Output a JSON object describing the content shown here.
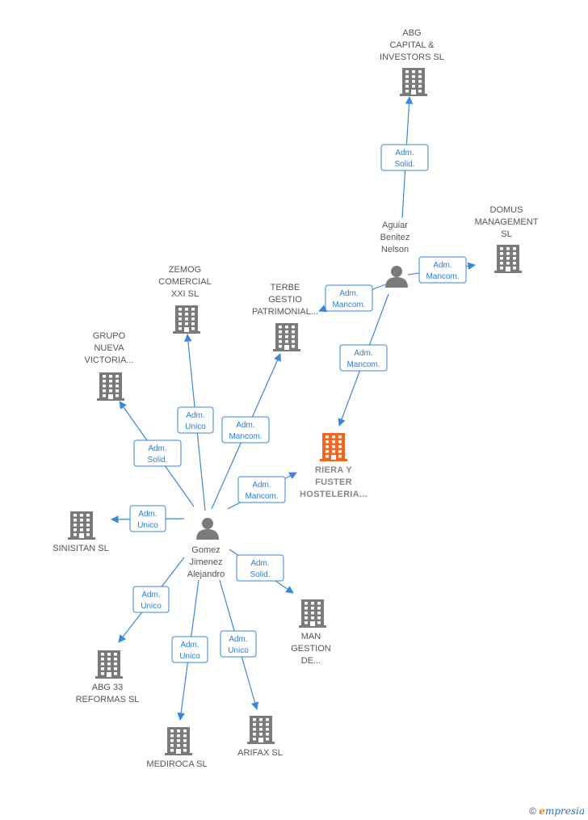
{
  "colors": {
    "edge": "#3a86d8",
    "node": "#7a7a7a",
    "focus": "#f26522",
    "label": "#555555"
  },
  "nodes": [
    {
      "id": "abg_capital",
      "kind": "company",
      "lines": [
        "ABG",
        "CAPITAL &",
        "INVESTORS  SL"
      ]
    },
    {
      "id": "domus",
      "kind": "company",
      "lines": [
        "DOMUS",
        "MANAGEMENT",
        "SL"
      ]
    },
    {
      "id": "aguiar",
      "kind": "person",
      "lines": [
        "Aguiar",
        "Benitez",
        "Nelson"
      ]
    },
    {
      "id": "zemog",
      "kind": "company",
      "lines": [
        "ZEMOG",
        "COMERCIAL",
        "XXI  SL"
      ]
    },
    {
      "id": "terbe",
      "kind": "company",
      "lines": [
        "TERBE",
        "GESTIO",
        "PATRIMONIAL..."
      ]
    },
    {
      "id": "grupo",
      "kind": "company",
      "lines": [
        "GRUPO",
        "NUEVA",
        "VICTORIA..."
      ]
    },
    {
      "id": "riera",
      "kind": "focus",
      "lines": [
        "RIERA Y",
        "FUSTER",
        "HOSTELERIA..."
      ]
    },
    {
      "id": "gomez",
      "kind": "person",
      "lines": [
        "Gomez",
        "Jimenez",
        "Alejandro"
      ]
    },
    {
      "id": "sinisitan",
      "kind": "company",
      "lines": [
        "SINISITAN  SL"
      ]
    },
    {
      "id": "man",
      "kind": "company",
      "lines": [
        "MAN",
        "GESTION",
        "DE..."
      ]
    },
    {
      "id": "abg33",
      "kind": "company",
      "lines": [
        "ABG 33",
        "REFORMAS  SL"
      ]
    },
    {
      "id": "mediroca",
      "kind": "company",
      "lines": [
        "MEDIROCA  SL"
      ]
    },
    {
      "id": "arifax",
      "kind": "company",
      "lines": [
        "ARIFAX  SL"
      ]
    }
  ],
  "edges": [
    {
      "from": "aguiar",
      "to": "abg_capital",
      "label": [
        "Adm.",
        "Solid."
      ]
    },
    {
      "from": "aguiar",
      "to": "domus",
      "label": [
        "Adm.",
        "Mancom."
      ]
    },
    {
      "from": "aguiar",
      "to": "terbe",
      "label": [
        "Adm.",
        "Mancom."
      ]
    },
    {
      "from": "aguiar",
      "to": "riera",
      "label": [
        "Adm.",
        "Mancom."
      ]
    },
    {
      "from": "gomez",
      "to": "zemog",
      "label": [
        "Adm.",
        "Unico"
      ]
    },
    {
      "from": "gomez",
      "to": "terbe",
      "label": [
        "Adm.",
        "Mancom."
      ]
    },
    {
      "from": "gomez",
      "to": "grupo",
      "label": [
        "Adm.",
        "Solid."
      ]
    },
    {
      "from": "gomez",
      "to": "riera",
      "label": [
        "Adm.",
        "Mancom."
      ]
    },
    {
      "from": "gomez",
      "to": "sinisitan",
      "label": [
        "Adm.",
        "Unico"
      ]
    },
    {
      "from": "gomez",
      "to": "man",
      "label": [
        "Adm.",
        "Solid."
      ]
    },
    {
      "from": "gomez",
      "to": "abg33",
      "label": [
        "Adm.",
        "Unico"
      ]
    },
    {
      "from": "gomez",
      "to": "mediroca",
      "label": [
        "Adm.",
        "Unico"
      ]
    },
    {
      "from": "gomez",
      "to": "arifax",
      "label": [
        "Adm.",
        "Unico"
      ]
    }
  ],
  "footer": {
    "copyright": "©",
    "brand_initial": "e",
    "brand_rest": "mpresia"
  }
}
